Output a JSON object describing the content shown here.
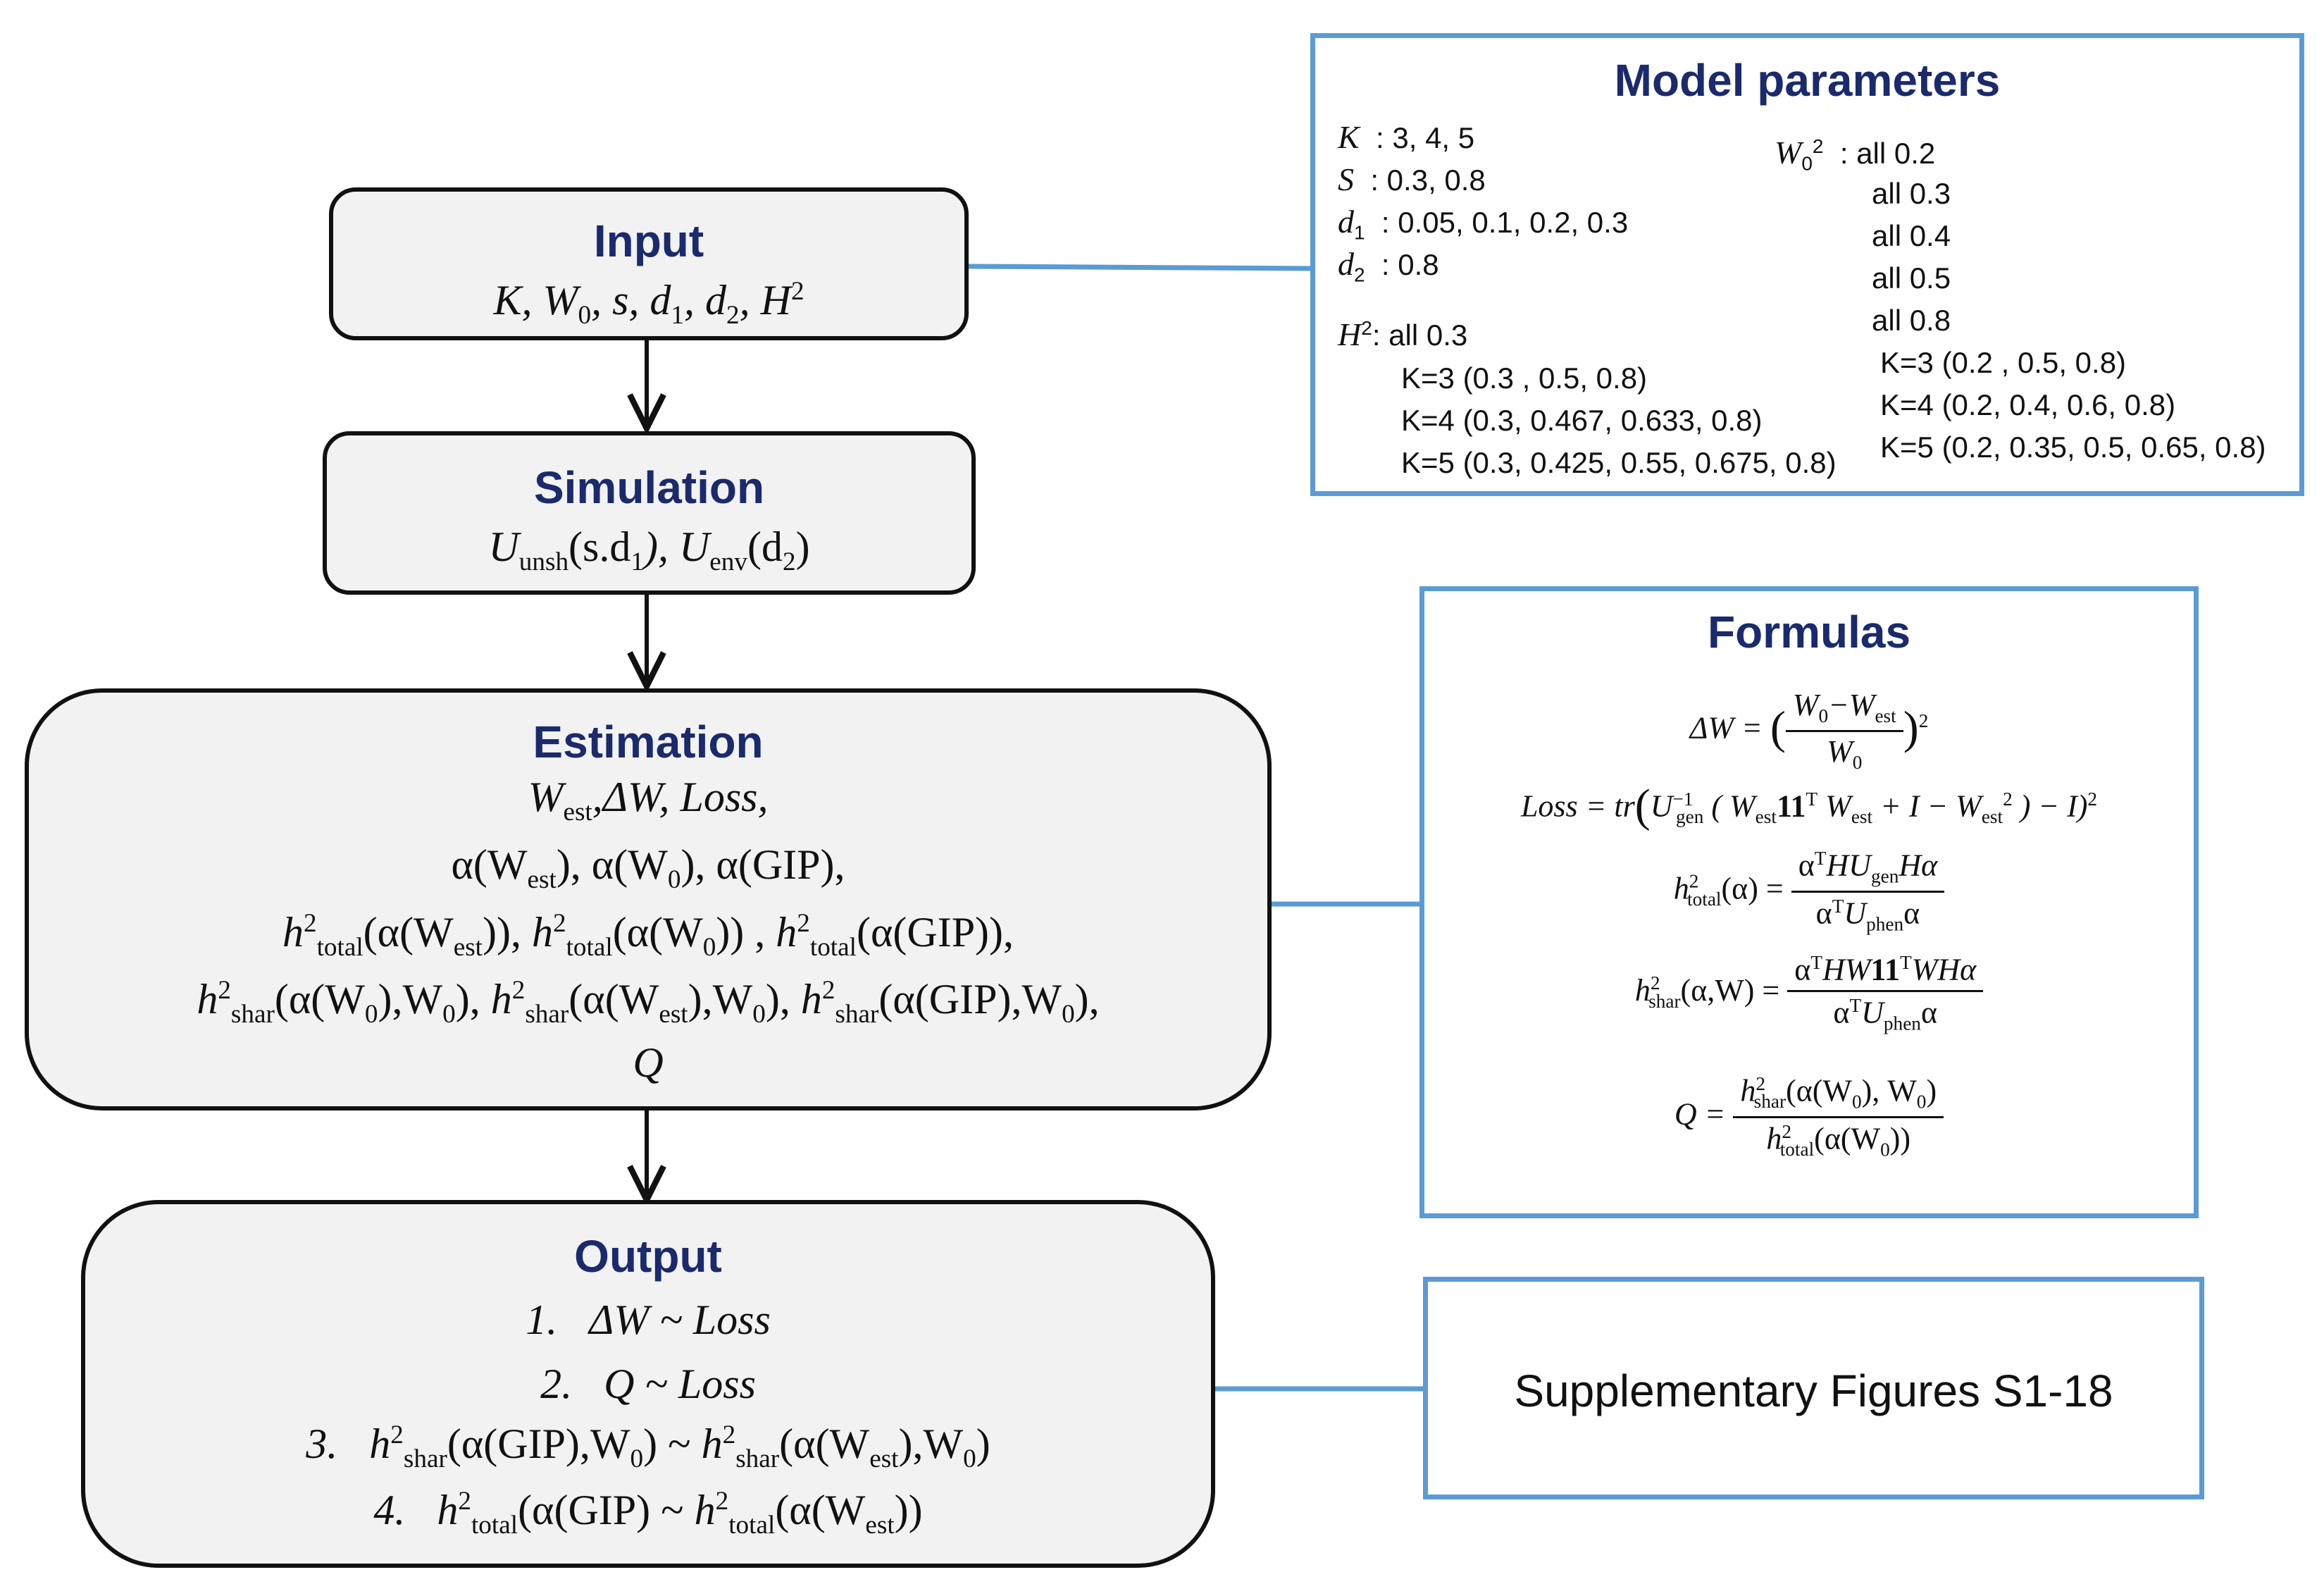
{
  "input": {
    "title": "Input",
    "line1": {
      "a": "K",
      "b": ", W",
      "b_sub": "0",
      "c": ", s, d",
      "c_sub": "1",
      "d": ", d",
      "d_sub": "2",
      "e": ", H",
      "e_sup": "2"
    }
  },
  "simulation": {
    "title": "Simulation",
    "line1": {
      "a": "U",
      "a_sub": "unsh",
      "b": "(s.d",
      "b_sub": "1",
      "c": "), U",
      "c_sub": "env",
      "d": "(d",
      "d_sub": "2",
      "e": ")"
    }
  },
  "estimation": {
    "title": "Estimation",
    "line1": {
      "a": "W",
      "a_sub": "est",
      "b": ",ΔW, Loss,"
    },
    "line2": {
      "a": "α(W",
      "a_sub": "est",
      "b": "),  α(W",
      "b_sub": "0",
      "c": "),  α(GIP),"
    },
    "line3": {
      "h": "h",
      "sup": "2",
      "sub": "total",
      "a": "(α(W",
      "a_sub": "est",
      "b": ")), ",
      "c": "(α(W",
      "c_sub": "0",
      "d": ")) , ",
      "e": "(α(GIP)),"
    },
    "line4": {
      "h": "h",
      "sup": "2",
      "sub": "shar",
      "a": "(α(W",
      "a_sub": "0",
      "b": "),W",
      "b_sub": "0",
      "c": "), ",
      "d": "(α(W",
      "d_sub": "est",
      "e": "),W",
      "e_sub": "0",
      "f": "), ",
      "g": "(α(GIP),W",
      "g_sub": "0",
      "k": "),"
    },
    "line5": "Q"
  },
  "output": {
    "title": "Output",
    "items": {
      "i1": {
        "num": "1.",
        "text": "ΔW ~ Loss"
      },
      "i2": {
        "num": "2.",
        "text": "Q ~ Loss"
      },
      "i3": {
        "num": "3.",
        "h": "h",
        "sup": "2",
        "sub": "shar",
        "a": "(α(GIP),W",
        "a_sub": "0",
        "b": ") ~ ",
        "c": "(α(W",
        "c_sub": "est",
        "d": "),W",
        "d_sub": "0",
        "e": ")"
      },
      "i4": {
        "num": "4.",
        "h": "h",
        "sup": "2",
        "sub": "total",
        "a": "(α(GIP)  ~ ",
        "b": "(α(W",
        "b_sub": "est",
        "c": "))"
      }
    }
  },
  "model_parameters": {
    "title": "Model parameters",
    "K": {
      "sym": "K",
      "val": ": 3, 4, 5"
    },
    "S": {
      "sym": "S",
      "val": ": 0.3, 0.8"
    },
    "d1": {
      "sym": "d",
      "sub": "1",
      "val": ": 0.05, 0.1, 0.2, 0.3"
    },
    "d2": {
      "sym": "d",
      "sub": "2",
      "val": ": 0.8"
    },
    "H2": {
      "sym": "H",
      "sup": "2",
      "val": ": all 0.3",
      "rows": [
        "K=3 (0.3 , 0.5, 0.8)",
        "K=4 (0.3, 0.467, 0.633, 0.8)",
        "K=5 (0.3, 0.425, 0.55, 0.675, 0.8)"
      ]
    },
    "W02": {
      "sym": "W",
      "sub": "0",
      "sup": "2",
      "val": ": all 0.2",
      "alls": [
        "all 0.3",
        "all 0.4",
        "all 0.5",
        "all 0.8"
      ],
      "rows": [
        "K=3 (0.2 , 0.5, 0.8)",
        "K=4 (0.2, 0.4, 0.6, 0.8)",
        "K=5 (0.2, 0.35, 0.5, 0.65, 0.8)"
      ]
    }
  },
  "formulas": {
    "title": "Formulas",
    "f1": {
      "lhs": "ΔW = ",
      "num": "W",
      "num_sub": "0",
      "num_b": "−W",
      "num_sub2": "est",
      "den": "W",
      "den_sub": "0",
      "sup": "2"
    },
    "f2": {
      "a": "Loss = tr",
      "u": "U",
      "u_sup": "−1",
      "u_sub": "gen",
      "b": " ( W",
      "b_sub": "est",
      "c": "11",
      "c_sup": "T",
      "d": " W",
      "d_sub": "est",
      "e": " + I − W",
      "e_sub": "est",
      "e_sup": "2",
      "f": " ) − I)",
      "g_sup": "2"
    },
    "f3": {
      "lhs": "h",
      "lhs_sup": "2",
      "lhs_sub": "total",
      "lhs_b": "(α) = ",
      "num": "α",
      "num_sup": "T",
      "num_b": "HU",
      "num_sub": "gen",
      "num_c": "Hα",
      "den": "α",
      "den_sup": "T",
      "den_b": "U",
      "den_sub": "phen",
      "den_c": "α"
    },
    "f4": {
      "lhs": "h",
      "lhs_sup": "2",
      "lhs_sub": "shar",
      "lhs_b": "(α,W) = ",
      "num": "α",
      "num_sup": "T",
      "num_b": "HW",
      "num_c": "11",
      "num_sup2": "T",
      "num_d": "WHα",
      "den": "α",
      "den_sup": "T",
      "den_b": "U",
      "den_sub": "phen",
      "den_c": "α"
    },
    "f5": {
      "lhs": "Q = ",
      "nh": "h",
      "nh_sup": "2",
      "nh_sub": "shar",
      "num_b": "(α(W",
      "num_sub": "0",
      "num_c": "), W",
      "num_sub2": "0",
      "num_d": ")",
      "dh": "h",
      "dh_sup": "2",
      "dh_sub": "total",
      "den_b": "(α(W",
      "den_sub": "0",
      "den_c": "))"
    }
  },
  "supplementary": {
    "text": "Supplementary Figures S1-18"
  }
}
